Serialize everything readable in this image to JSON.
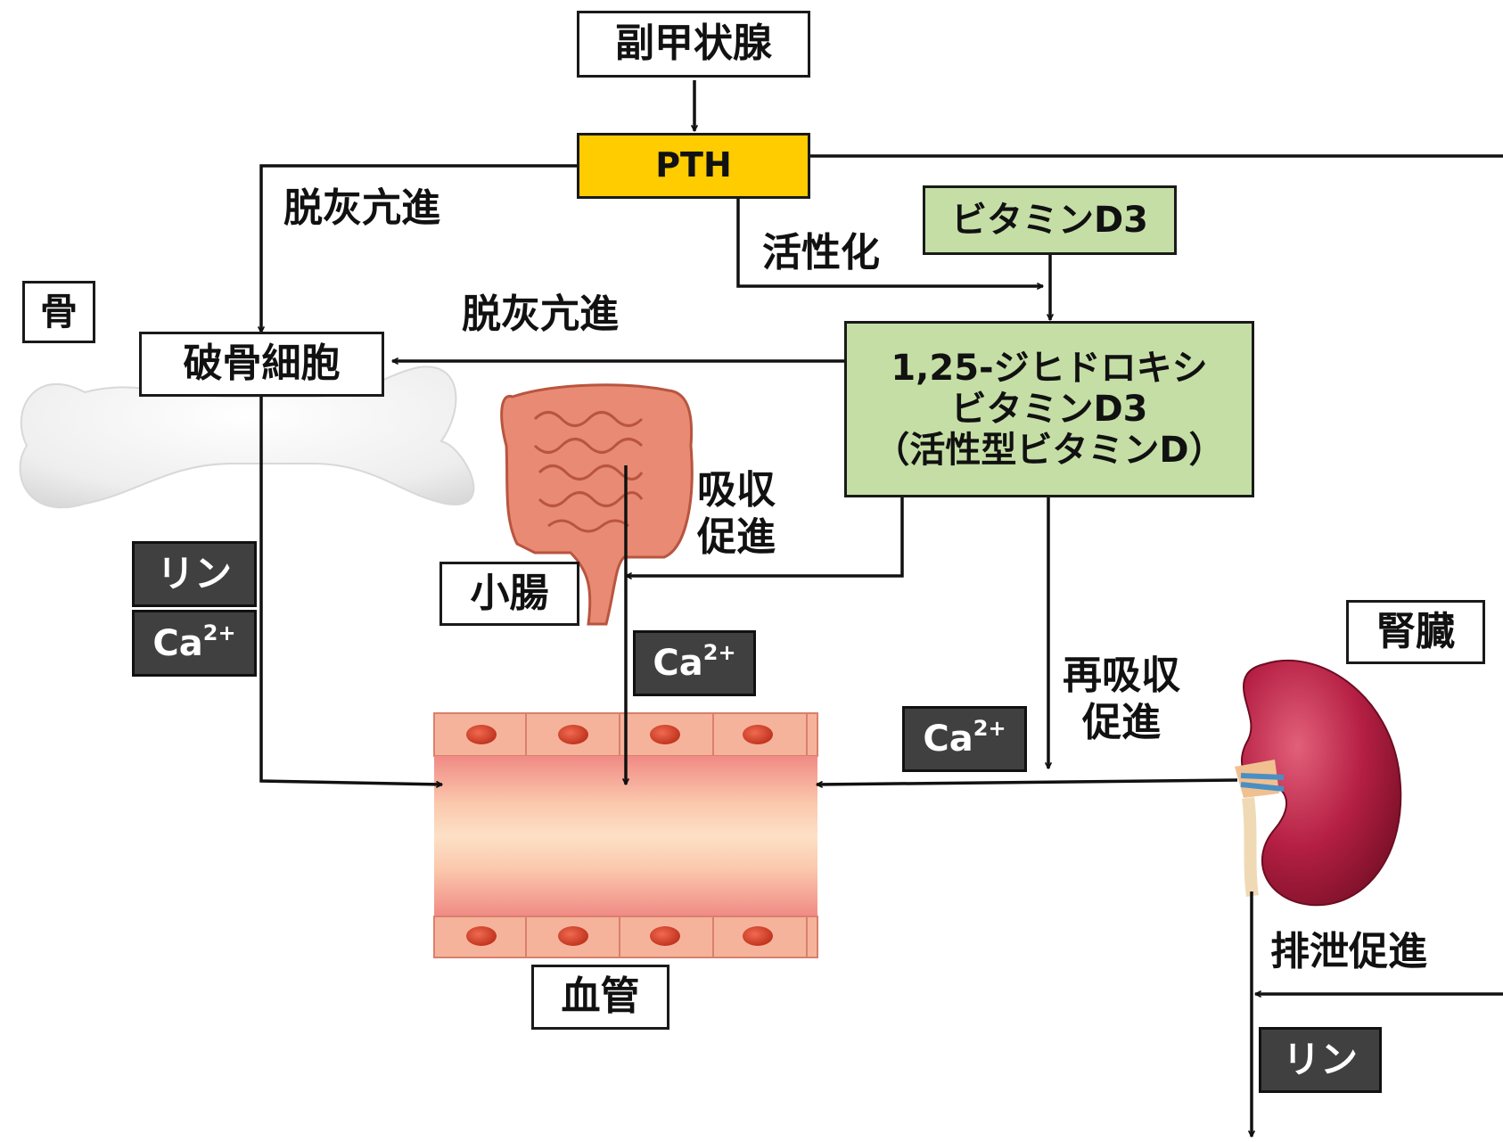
{
  "parathyroid": "副甲状腺",
  "pth": "PTH",
  "vitamin_d3": "ビタミンD3",
  "active_vitd": {
    "line1": "1,25-ジヒドロキシ",
    "line2": "ビタミンD3",
    "line3": "（活性型ビタミンD）"
  },
  "bone": "骨",
  "osteoclast": "破骨細胞",
  "small_intestine": "小腸",
  "kidney": "腎臓",
  "blood_vessel": "血管",
  "labels": {
    "decalc_top": "脱灰亢進",
    "decalc_mid": "脱灰亢進",
    "activation": "活性化",
    "absorption_line1": "吸収",
    "absorption_line2": "促進",
    "reabsorption_line1": "再吸収",
    "reabsorption_line2": "促進",
    "excretion": "排泄促進"
  },
  "ion": {
    "phosphorus": "リン",
    "ca_base": "Ca",
    "ca_charge": "2+"
  },
  "colors": {
    "pth": "#ffcc00",
    "vitamin_box": "#c5dea6",
    "ion_box": "#404040",
    "vessel_wall": "#f4a58f",
    "vessel_lumen": "#fbd3b8",
    "kidney": "#b0203f",
    "intestine": "#e88a74",
    "bone": "#ececec"
  }
}
